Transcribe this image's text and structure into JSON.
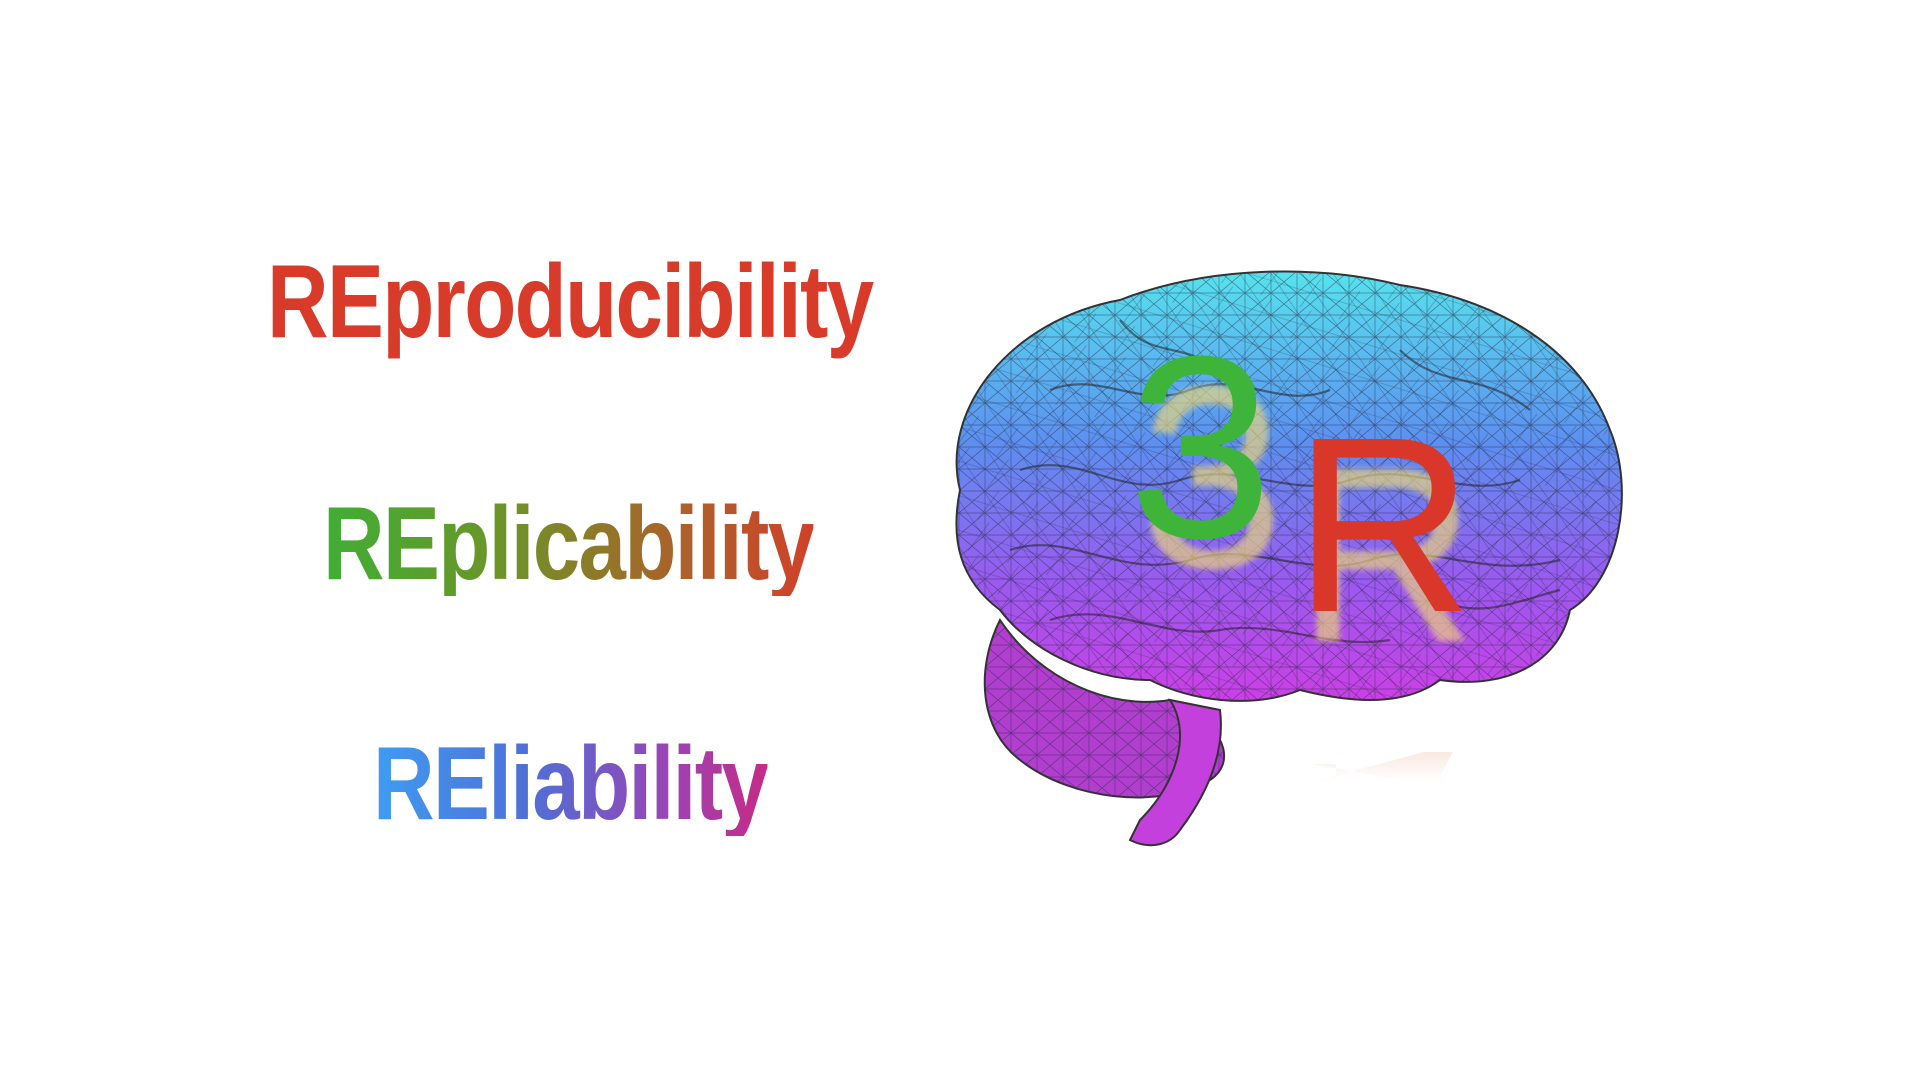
{
  "words": {
    "reproducibility": {
      "prefix": "RE",
      "rest": "producibility",
      "color": "#d93b2b"
    },
    "replicability": {
      "prefix": "RE",
      "rest": "plicability",
      "gradient": [
        "#3fae35",
        "#d1402a"
      ]
    },
    "reliability": {
      "prefix": "RE",
      "rest": "liability",
      "gradient": [
        "#3f9cf2",
        "#c62b86"
      ]
    }
  },
  "logo": {
    "digit": "3",
    "letter": "R",
    "digit_color": "#3eb53a",
    "letter_color": "#d8372a"
  },
  "brain": {
    "icon": "brain-mesh-icon",
    "gradient": [
      "#56e3ee",
      "#5c8ff0",
      "#9a5af0",
      "#cc3fe6"
    ]
  }
}
